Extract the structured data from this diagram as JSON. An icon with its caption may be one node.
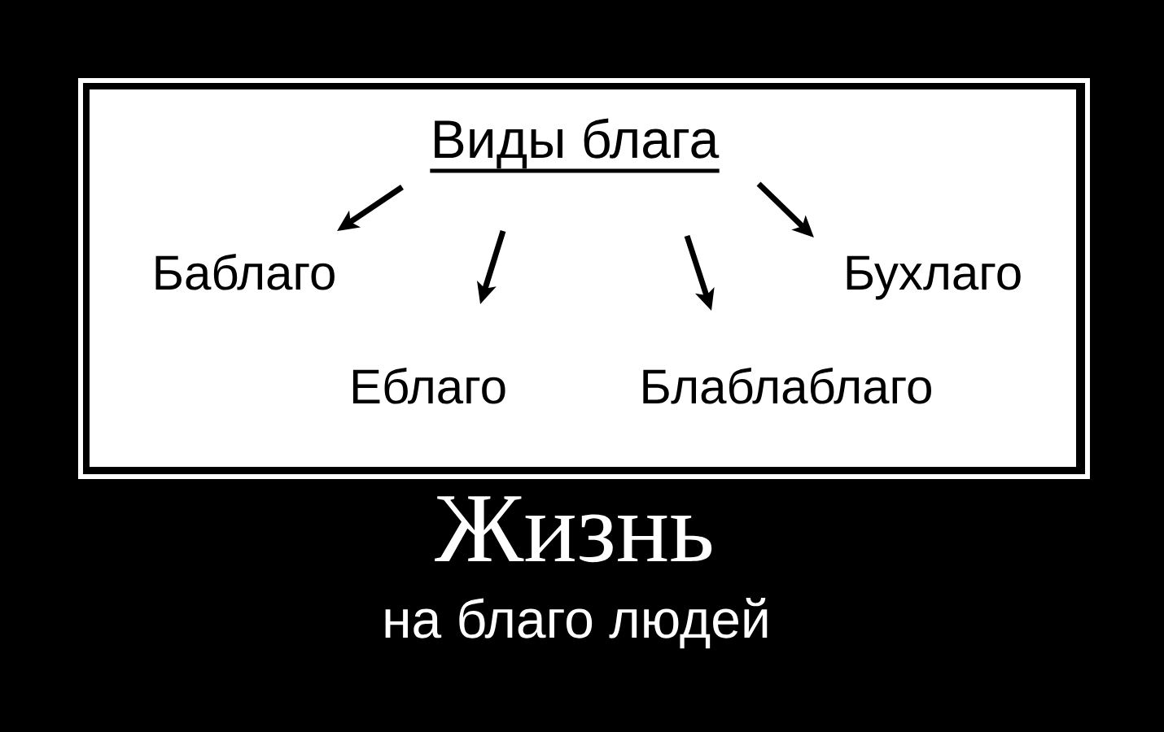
{
  "diagram": {
    "title": "Жизнь",
    "caption": "на благо людей",
    "nodes": [
      {
        "text": [],
        "shape": "box"
      },
      {
        "text": [
          "Виды блага"
        ],
        "in": 0
      },
      {
        "text": [
          "Баблаго"
        ],
        "in": 0
      },
      {
        "text": [
          "Бухлаго"
        ],
        "in": 0
      },
      {
        "text": [
          "Еблаго"
        ],
        "in": 0
      },
      {
        "text": [
          "Блаблаблаго"
        ],
        "in": 0
      }
    ],
    "edges": [
      {
        "from": 1,
        "to": 2,
        "arrow": "to"
      },
      {
        "from": 1,
        "to": 4,
        "arrow": "to"
      },
      {
        "from": 1,
        "to": 5,
        "arrow": "to"
      },
      {
        "from": 1,
        "to": 3,
        "arrow": "to"
      }
    ]
  }
}
